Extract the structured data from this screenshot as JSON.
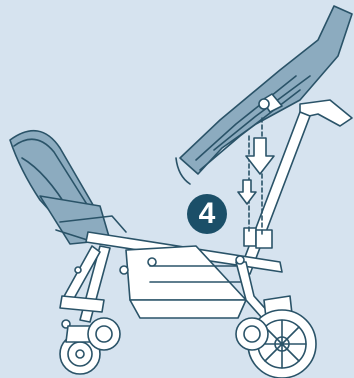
{
  "step": {
    "number": "4"
  },
  "colors": {
    "background": "#d6e3ef",
    "line": "#2a5368",
    "frame_fill": "#ffffff",
    "canopy_fill": "#8cabbf",
    "badge": "#1b4f68",
    "badge_text": "#ffffff"
  },
  "icons": [
    "stroller-illustration",
    "canopy",
    "down-arrow-icon",
    "wheel"
  ]
}
